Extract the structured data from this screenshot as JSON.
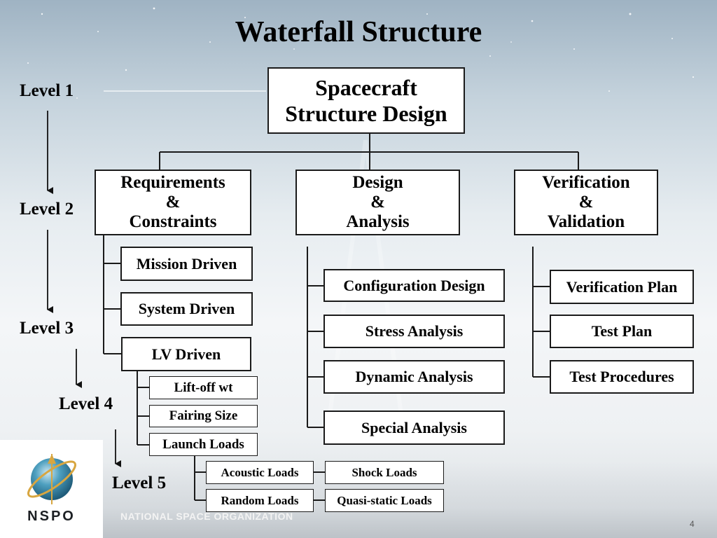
{
  "title": "Waterfall Structure",
  "levels": [
    "Level 1",
    "Level 2",
    "Level 3",
    "Level 4",
    "Level 5"
  ],
  "root": {
    "line1": "Spacecraft",
    "line2": "Structure Design"
  },
  "level2": [
    {
      "line1": "Requirements",
      "line2": "&",
      "line3": "Constraints"
    },
    {
      "line1": "Design",
      "line2": "&",
      "line3": "Analysis"
    },
    {
      "line1": "Verification",
      "line2": "&",
      "line3": "Validation"
    }
  ],
  "requirements_children": [
    "Mission Driven",
    "System Driven",
    "LV Driven"
  ],
  "design_children": [
    "Configuration Design",
    "Stress Analysis",
    "Dynamic Analysis",
    "Special Analysis"
  ],
  "verification_children": [
    "Verification Plan",
    "Test Plan",
    "Test Procedures"
  ],
  "lv_children": [
    "Lift-off wt",
    "Fairing Size",
    "Launch Loads"
  ],
  "launch_loads_children": [
    "Acoustic Loads",
    "Shock Loads",
    "Random Loads",
    "Quasi-static Loads"
  ],
  "footer": {
    "logo_text": "NSPO",
    "org_name": "NATIONAL SPACE ORGANIZATION",
    "page_number": "4"
  },
  "colors": {
    "line": "#1a1a1a",
    "box_border": "#1a1a1a",
    "box_fill": "#ffffff"
  }
}
